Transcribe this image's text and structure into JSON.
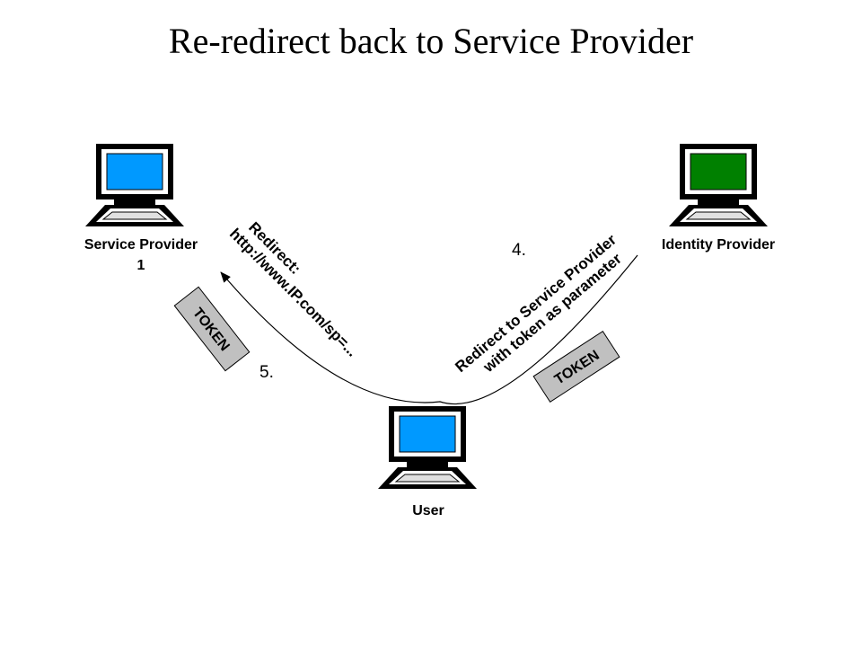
{
  "title": "Re-redirect back to Service Provider",
  "nodes": {
    "service_provider": {
      "label_line1": "Service Provider",
      "label_line2": "1",
      "screen_color": "#0099ff"
    },
    "identity_provider": {
      "label": "Identity Provider",
      "screen_color": "#008000"
    },
    "user": {
      "label": "User",
      "screen_color": "#0099ff"
    }
  },
  "steps": {
    "step4": {
      "number": "4.",
      "label_line1": "Redirect to Service Provider",
      "label_line2": "with token as parameter",
      "token": "TOKEN"
    },
    "step5": {
      "number": "5.",
      "label_line1": "Redirect:",
      "label_line2": "http://www.IP.com/sp=...",
      "token": "TOKEN"
    }
  },
  "colors": {
    "token_fill": "#c0c0c0",
    "computer_body": "#000000"
  }
}
